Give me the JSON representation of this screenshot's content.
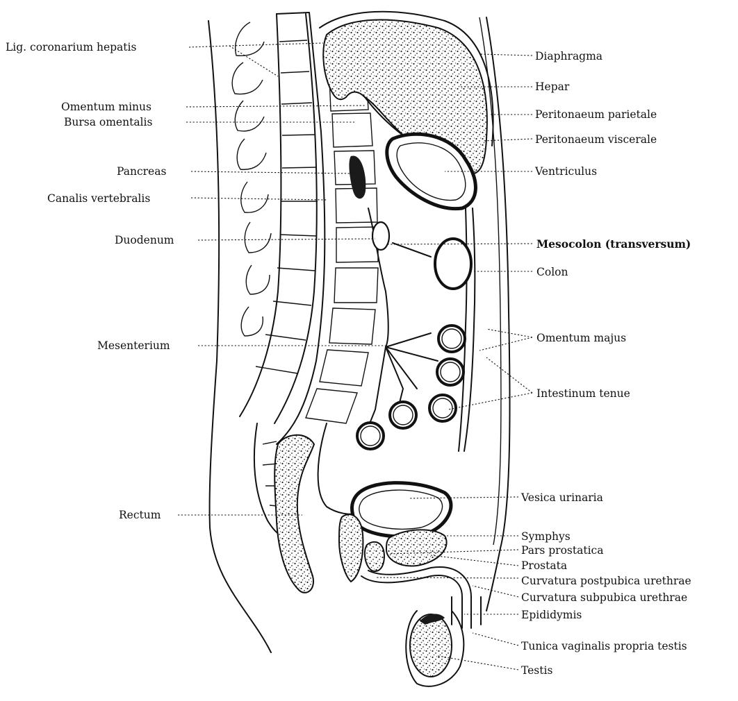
{
  "labels_left": {
    "lig_coronarium": "Lig. coronarium hepatis",
    "omentum_minus": "Omentum minus",
    "bursa_omentalis": "Bursa omentalis",
    "pancreas": "Pancreas",
    "canalis_vertebralis": "Canalis vertebralis",
    "duodenum": "Duodenum",
    "mesenterium": "Mesenterium",
    "rectum": "Rectum"
  },
  "labels_right": {
    "diaphragma": "Diaphragma",
    "hepar": "Hepar",
    "peritonaeum_parietale": "Peritonaeum parietale",
    "peritonaeum_viscerale": "Peritonaeum viscerale",
    "ventriculus": "Ventriculus",
    "mesocolon": "Mesocolon (transversum)",
    "colon": "Colon",
    "omentum_majus": "Omentum majus",
    "intestinum_tenue": "Intestinum tenue",
    "vesica_urinaria": "Vesica urinaria",
    "symphys": "Symphys",
    "pars_prostatica": "Pars prostatica",
    "prostata": "Prostata",
    "curvatura_postpubica": "Curvatura postpubica urethrae",
    "curvatura_subpubica": "Curvatura subpubica urethrae",
    "epididymis": "Epididymis",
    "tunica_vaginalis": "Tunica vaginalis propria testis",
    "testis": "Testis"
  }
}
